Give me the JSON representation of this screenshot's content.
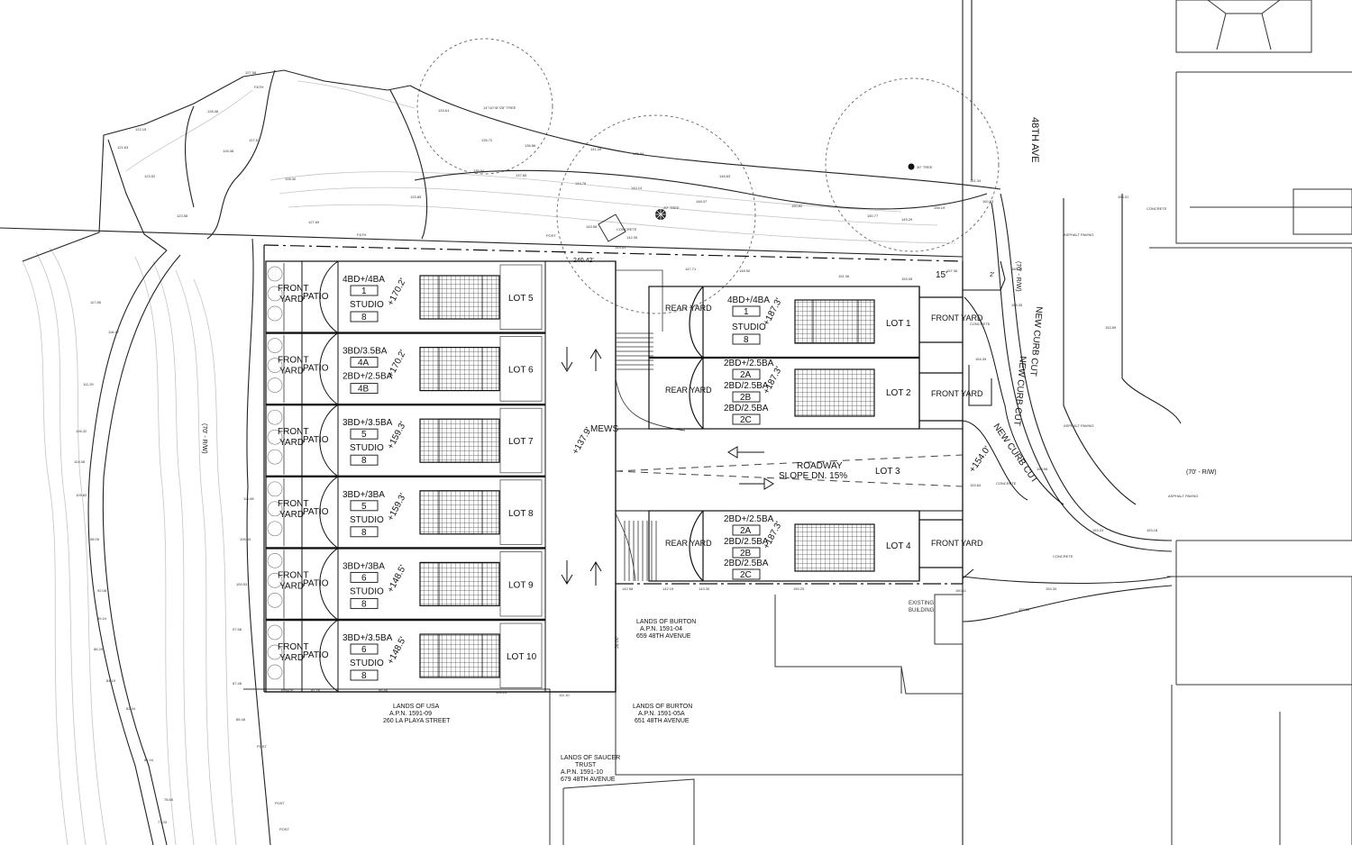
{
  "street_name": "48TH AVE",
  "row_left": "(70' - R/W)",
  "row_right": "(70' - R/W)",
  "row_curb": "(70' - R/W)",
  "curb_cut": "NEW CURB CUT",
  "curb_cut2": "NEW CURB CUT",
  "curb_cut3": "NEW CURB CUT",
  "dim_top": "240.42'",
  "dim_15": "15'",
  "dim_2": "2'",
  "dim_side": "38.00'",
  "tree_1": "14\"/10\"/8\"/28\" TREE",
  "tree_2": "30\" TREE",
  "tree_3": "20\" TREE",
  "concrete": "CONCRETE",
  "asphalt": "ASPHALT PAVING",
  "roadway": "ROADWAY",
  "slope": "SLOPE DN. 15%",
  "mews": "MEWS",
  "mews_elev": "+137.9'",
  "existing_building": [
    "EXISTING",
    "BUILDING"
  ],
  "left_lots": [
    {
      "lot": "LOT 5",
      "line1": "4BD+/4BA",
      "box1": "1",
      "line2": "STUDIO",
      "box2": "8",
      "elev": "+170.2'"
    },
    {
      "lot": "LOT 6",
      "line1": "3BD/3.5BA",
      "box1": "4A",
      "line2": "2BD+/2.5BA",
      "box2": "4B",
      "elev": "+170.2'"
    },
    {
      "lot": "LOT 7",
      "line1": "3BD+/3.5BA",
      "box1": "5",
      "line2": "STUDIO",
      "box2": "8",
      "elev": "+159.3'"
    },
    {
      "lot": "LOT 8",
      "line1": "3BD+/3BA",
      "box1": "5",
      "line2": "STUDIO",
      "box2": "8",
      "elev": "+159.3'"
    },
    {
      "lot": "LOT 9",
      "line1": "3BD+/3BA",
      "box1": "6",
      "line2": "STUDIO",
      "box2": "8",
      "elev": "+148.5'"
    },
    {
      "lot": "LOT 10",
      "line1": "3BD+/3.5BA",
      "box1": "6",
      "line2": "STUDIO",
      "box2": "8",
      "elev": "+148.5'"
    }
  ],
  "front_yard": "FRONT YARD",
  "patio": "PATIO",
  "rear_yard": "REAR YARD",
  "lot1": {
    "lot": "LOT 1",
    "line1": "4BD+/4BA",
    "box1": "1",
    "line2": "STUDIO",
    "box2": "8",
    "elev": "+187.3'"
  },
  "lot2": {
    "lot": "LOT 2",
    "line1": "2BD+/2.5BA",
    "box1": "2A",
    "line2": "2BD/2.5BA",
    "box2": "2B",
    "line3": "2BD/2.5BA",
    "box3": "2C",
    "elev": "+187.3'"
  },
  "lot3": {
    "lot": "LOT 3",
    "elev": "+154.0'"
  },
  "lot4": {
    "lot": "LOT 4",
    "line1": "2BD+/2.5BA",
    "box1": "2A",
    "line2": "2BD/2.5BA",
    "box2": "2B",
    "line3": "2BD/2.5BA",
    "box3": "2C",
    "elev": "+187.3'"
  },
  "adjacent": [
    {
      "l1": "LANDS OF BURTON",
      "l2": "A.P.N. 1591-04",
      "l3": "659 48TH AVENUE"
    },
    {
      "l1": "LANDS OF USA",
      "l2": "A.P.N. 1591-09",
      "l3": "260 LA PLAYA STREET"
    },
    {
      "l1": "LANDS OF BURTON",
      "l2": "A.P.N. 1591-05A",
      "l3": "651 48TH AVENUE"
    },
    {
      "l1": "LANDS OF SAUCER",
      "l2": "TRUST",
      "l3": "A.P.N. 1591-10",
      "l4": "679 48TH AVENUE"
    }
  ]
}
